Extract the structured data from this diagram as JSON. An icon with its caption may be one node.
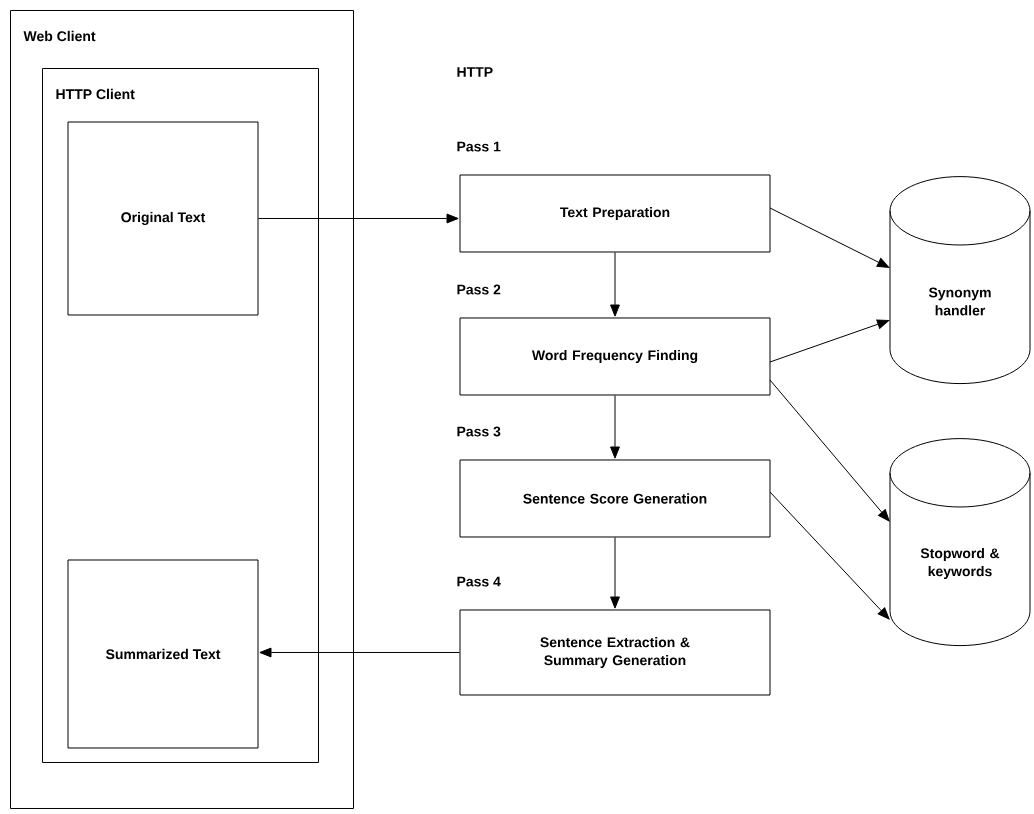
{
  "diagram": {
    "nodes": [
      {
        "text": [
          "Web Client"
        ]
      },
      {
        "text": [
          "HTTP Client"
        ],
        "in": 0
      },
      {
        "text": [
          "Original Text"
        ],
        "in": 1
      },
      {
        "text": [
          "Summarized Text"
        ],
        "in": 1
      },
      {
        "text": [
          "Text Preparation"
        ],
        "beside": [
          "Pass 1"
        ]
      },
      {
        "text": [
          "Word Frequency Finding"
        ],
        "beside": [
          "Pass 2"
        ]
      },
      {
        "text": [
          "Sentence Score Generation"
        ],
        "beside": [
          "Pass 3"
        ]
      },
      {
        "text": [
          "Sentence Extraction & Summary Generation"
        ],
        "beside": [
          "Pass 4"
        ]
      },
      {
        "text": [
          "Synonym handler"
        ]
      },
      {
        "text": [
          "Stopword & keywords"
        ]
      }
    ],
    "edges": [
      {
        "from": 2,
        "to": 4,
        "arrow": "to"
      },
      {
        "from": 4,
        "to": 5,
        "arrow": "to"
      },
      {
        "from": 5,
        "to": 6,
        "arrow": "to"
      },
      {
        "from": 6,
        "to": 7,
        "arrow": "to"
      },
      {
        "from": 7,
        "to": 3,
        "arrow": "to"
      },
      {
        "from": 4,
        "to": 8,
        "arrow": "to"
      },
      {
        "from": 5,
        "to": 8,
        "arrow": "to"
      },
      {
        "from": 5,
        "to": 9,
        "arrow": "to"
      },
      {
        "from": 6,
        "to": 9,
        "arrow": "to"
      }
    ],
    "labels": [
      "HTTP"
    ]
  }
}
